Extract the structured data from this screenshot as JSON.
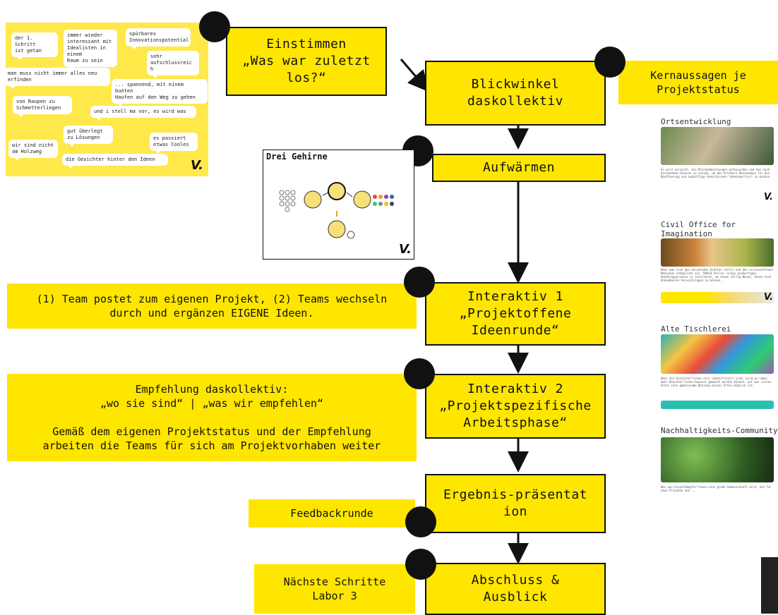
{
  "flow": {
    "einstimmen": "Einstimmen\n„Was war zuletzt\nlos?“",
    "blickwinkel": "Blickwinkel\ndaskollektiv",
    "aufwaermen": "Aufwärmen",
    "interaktiv1": "Interaktiv 1\n„Projektoffene\nIdeenrunde“",
    "interaktiv2": "Interaktiv 2\n„Projektspezifische\nArbeitsphase“",
    "ergebnis": "Ergebnis-präsentat\nion",
    "abschluss": "Abschluss &\nAusblick"
  },
  "notes": {
    "kernaussagen": "Kernaussagen je\nProjektstatus",
    "team": "(1) Team postet zum eigenen Projekt, (2) Teams wechseln\ndurch und ergänzen EIGENE Ideen.",
    "empfehlung": "Empfehlung daskollektiv:\n„wo sie sind“ | „was wir empfehlen“\n\nGemäß dem eigenen Projektstatus und der Empfehlung\narbeiten die Teams für sich am Projektvorhaben weiter",
    "feedback": "Feedbackrunde",
    "naechste": "Nächste Schritte\nLabor 3"
  },
  "board": {
    "bubbles": [
      "der 1. Schritt\nist getan",
      "immer wieder\ninteressant mit\nIdealisten in einem\nRaum zu sein",
      "spürbares\nInnovationspotential",
      "sehr\naufschlussreic\nh",
      "man muss nicht immer alles neu\nerfinden",
      "... spannend, mit einem bunten\nHaufen auf den Weg zu gehen",
      "von Raupen zu\nSchmetterlingen",
      "und i stell ma vor, es wird was",
      "gut überlegt\nzu Lösungen",
      "es passiert\netwas Cooles",
      "wir sind nicht\nam Holzweg",
      "die Gesichter hinter den Ideen"
    ],
    "logo": "V."
  },
  "gehirne": {
    "title": "Drei Gehirne",
    "logo": "V."
  },
  "projects": [
    {
      "title": "Ortsentwicklung Rutzenmoos",
      "text": "Es wird versucht, die Blockadehaltungen aufzusuchen und das noch bestehende Chancen zu nutzen, um den Ortskern Rutzenmoos für die Bevölkerung und zukünftige Generationen lebenswert(er) zu machen.",
      "logo": "V."
    },
    {
      "title": "Civil Office for\nImagination",
      "text": "Wenn man sich den beratenden Kräften stellt und den visionsoffenen Menschen ermöglicht als 'DRACO Zellen' einen großartigen Handlungsprozess zu initiieren, um etwas völlig Neues, heute noch Undenkbares hervorbringen zu können.",
      "logo": "V."
    },
    {
      "title": "Alte Tischlerei",
      "text": "Wenn die Gestalter*innen erst identifiziert sind, wird es immer mehr Besucher*innen bewusst gemacht werden können, auf was vielen Arten eine gemeinsame Nutzung dieses Ortes möglich ist."
    },
    {
      "title": "Nachhaltigkeits-Community",
      "text": "Was aus Einzelkämpfer*innen eine große Gemeinschaft wird, die für neue Projekte und ..."
    }
  ],
  "colors": {
    "accent": "#ffe600",
    "dark": "#111111"
  }
}
